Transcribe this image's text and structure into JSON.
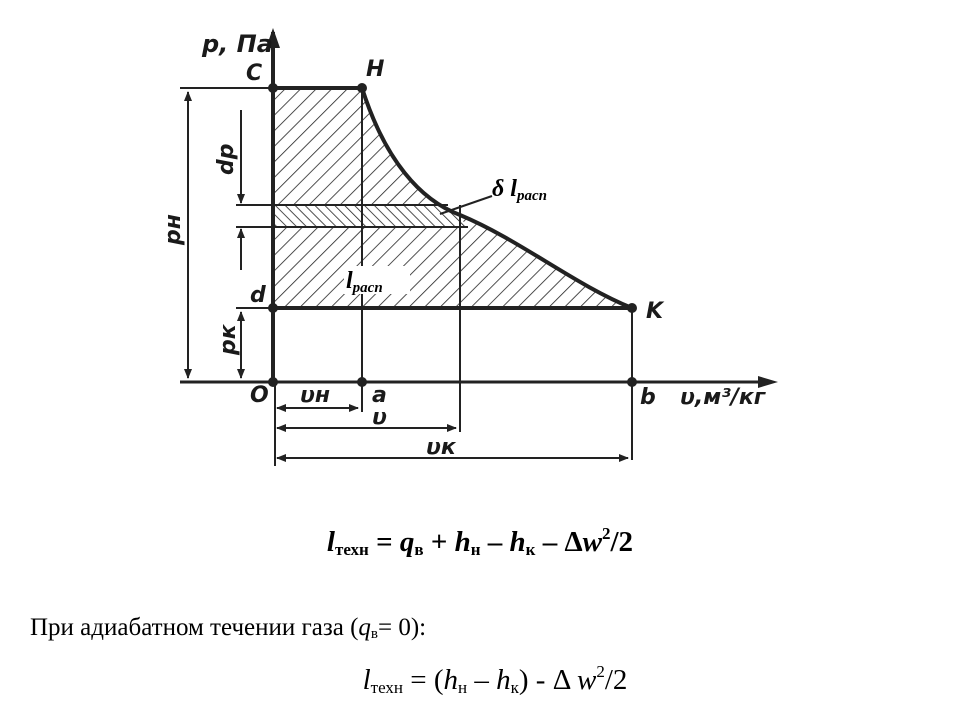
{
  "diagram": {
    "points": {
      "C": "C",
      "H": "H",
      "d": "d",
      "K": "K",
      "O": "O",
      "a": "a",
      "b": "b"
    },
    "y_axis_label": "p, Па",
    "x_axis_label": "υ,м³/кг",
    "dims": {
      "pH": "pн",
      "pK": "pк",
      "dp": "dp",
      "vH": "υн",
      "v": "υ",
      "vK": "υк"
    },
    "l_rasp": "l",
    "l_rasp_sub": "расп",
    "delta_l_rasp": "δ l",
    "delta_l_rasp_sub": "расп"
  },
  "formula1": {
    "l": "l",
    "l_sub": "техн",
    "eq": " = ",
    "q": "q",
    "q_sub": "в",
    "plus": " + ",
    "h1": "h",
    "h1_sub": "н",
    "minus1": " – ",
    "h2": "h",
    "h2_sub": "к",
    "minus2": " – Δ",
    "w": "w",
    "sq": "2",
    "tail": "/2"
  },
  "adiabatic": {
    "text": "При адиабатном течении газа (",
    "q": "q",
    "q_sub": "в",
    "tail": "= 0):"
  },
  "formula2": {
    "l": "l",
    "l_sub": "техн",
    "eq": " = (",
    "h1": "h",
    "h1_sub": "н",
    "minus": " – ",
    "h2": "h",
    "h2_sub": "к",
    "mid": ") - Δ ",
    "w": "w",
    "sq": "2",
    "tail": "/2"
  }
}
